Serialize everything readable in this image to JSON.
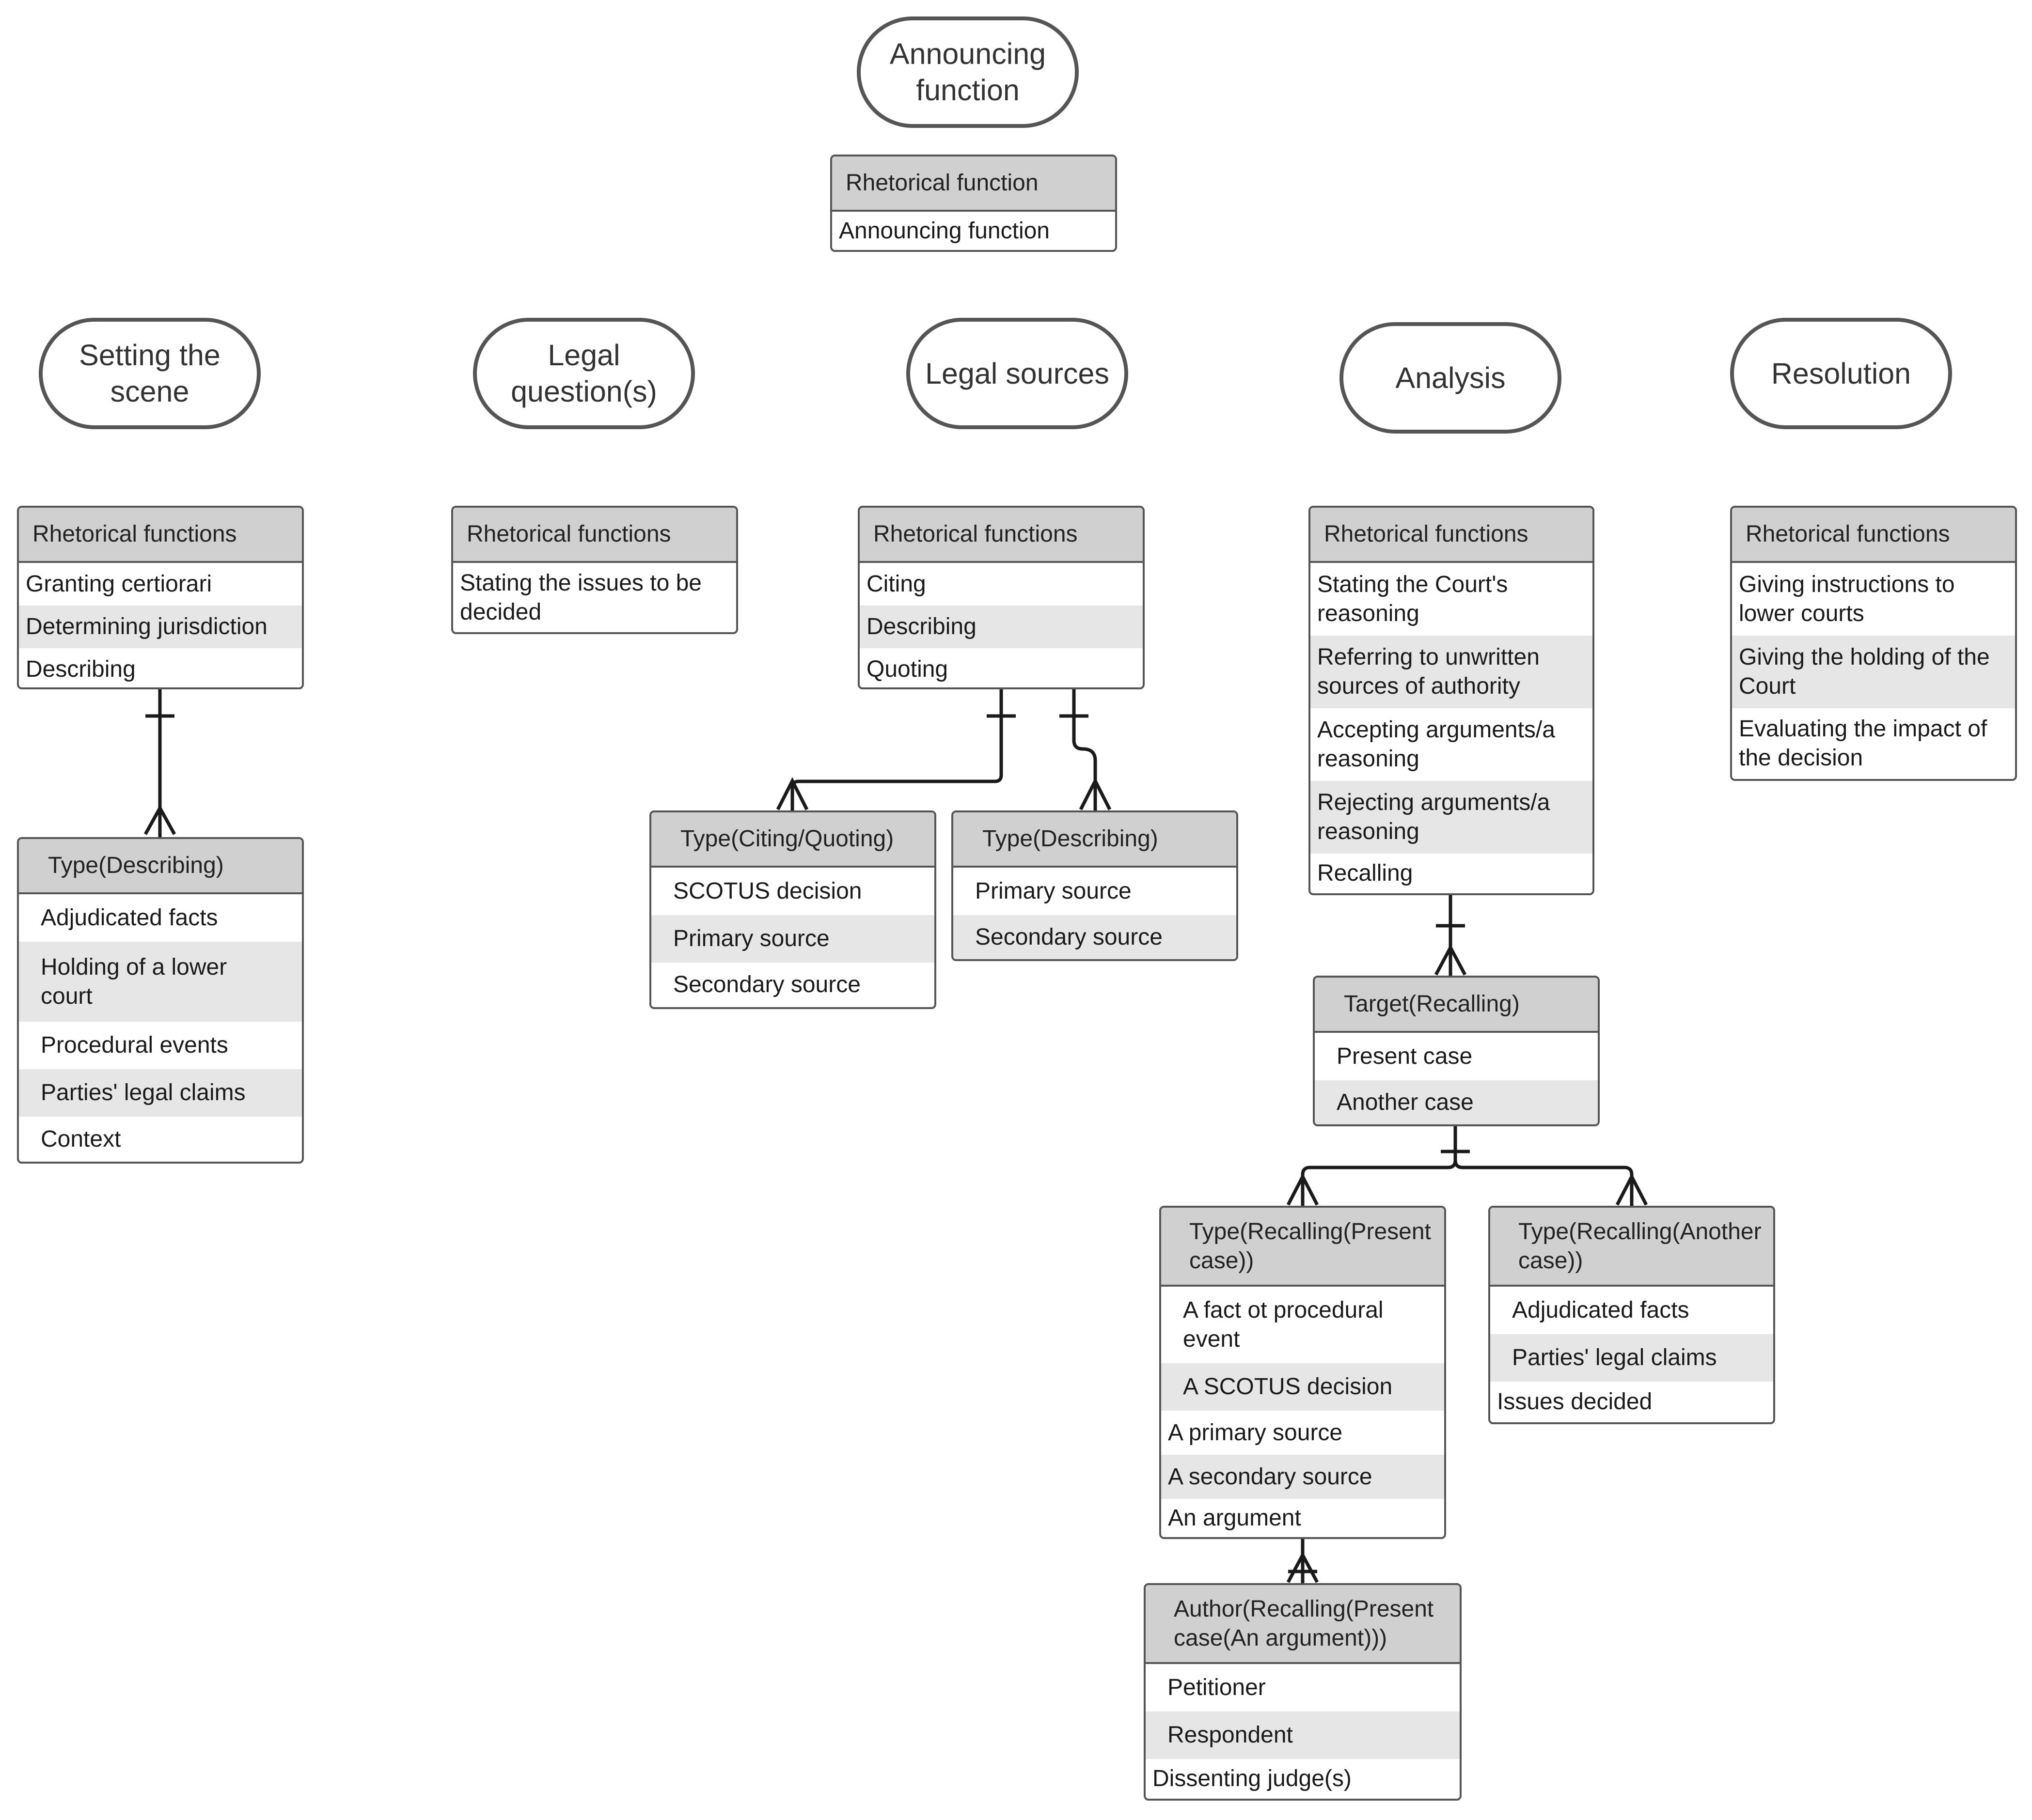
{
  "header": {
    "pill_label": "Announcing function",
    "table": {
      "title": "Rhetorical function",
      "rows": [
        "Announcing function"
      ]
    }
  },
  "columns": [
    {
      "pill_label": "Setting the scene",
      "table": {
        "title": "Rhetorical functions",
        "rows": [
          "Granting certiorari",
          "Determining jurisdiction",
          "Describing"
        ]
      }
    },
    {
      "pill_label": "Legal question(s)",
      "table": {
        "title": "Rhetorical functions",
        "rows": [
          "Stating the issues to be decided"
        ]
      }
    },
    {
      "pill_label": "Legal sources",
      "table": {
        "title": "Rhetorical functions",
        "rows": [
          "Citing",
          "Describing",
          "Quoting"
        ]
      }
    },
    {
      "pill_label": "Analysis",
      "table": {
        "title": "Rhetorical functions",
        "rows": [
          "Stating the Court's reasoning",
          "Referring to unwritten sources of authority",
          "Accepting arguments/a reasoning",
          "Rejecting arguments/a reasoning",
          "Recalling"
        ]
      }
    },
    {
      "pill_label": "Resolution",
      "table": {
        "title": "Rhetorical functions",
        "rows": [
          "Giving instructions to lower courts",
          "Giving the holding of the Court",
          "Evaluating the impact of the decision"
        ]
      }
    }
  ],
  "subtables": {
    "type_describing_scene": {
      "title": "Type(Describing)",
      "rows": [
        "Adjudicated facts",
        "Holding of a lower court",
        "Procedural events",
        "Parties' legal claims",
        "Context"
      ]
    },
    "type_citing_quoting": {
      "title": "Type(Citing/Quoting)",
      "rows": [
        "SCOTUS decision",
        "Primary source",
        "Secondary source"
      ]
    },
    "type_describing_sources": {
      "title": "Type(Describing)",
      "rows": [
        "Primary source",
        "Secondary source"
      ]
    },
    "target_recalling": {
      "title": "Target(Recalling)",
      "rows": [
        "Present case",
        "Another case"
      ]
    },
    "type_recalling_present": {
      "title": "Type(Recalling(Present case))",
      "rows": [
        "A fact ot procedural event",
        "A SCOTUS decision",
        "A primary source",
        "A secondary source",
        "An argument"
      ]
    },
    "type_recalling_another": {
      "title": "Type(Recalling(Another case))",
      "rows": [
        "Adjudicated facts",
        "Parties' legal claims",
        "Issues decided"
      ]
    },
    "author_recalling": {
      "title": "Author(Recalling(Present case(An argument)))",
      "rows": [
        "Petitioner",
        "Respondent",
        "Dissenting judge(s)"
      ]
    }
  },
  "colors": {
    "header_fill": "#d0d0d0",
    "alt_row_fill": "#e6e6e6",
    "border": "#555555",
    "line": "#1a1a1a"
  }
}
